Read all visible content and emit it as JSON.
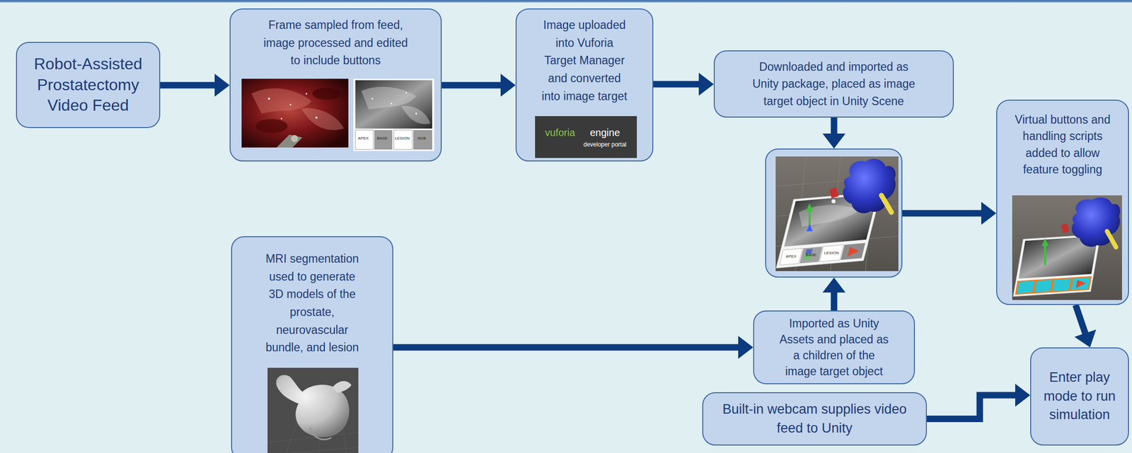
{
  "diagram": {
    "nodes": [
      {
        "text": [
          "Robot-Assisted Prostatectomy Video Feed"
        ]
      },
      {
        "text": [
          "Frame sampled from feed, image processed and edited to include buttons"
        ]
      },
      {
        "text": [
          "Image uploaded into Vuforia Target Manager and converted into image target"
        ]
      },
      {
        "text": [
          "Downloaded and imported as Unity package, placed as image target object in Unity Scene"
        ]
      },
      {
        "text": [
          "APEX",
          "BASE",
          "LESION"
        ]
      },
      {
        "text": [
          "Virtual buttons and handling scripts added to allow feature toggling"
        ]
      },
      {
        "text": [
          "MRI segmentation used to generate 3D models of the prostate, neurovascular bundle, and lesion"
        ]
      },
      {
        "text": [
          "Imported as Unity Assets and placed as a children of the image target object"
        ]
      },
      {
        "text": [
          "Built-in webcam supplies video feed to Unity"
        ]
      },
      {
        "text": [
          "Enter play mode to run simulation"
        ]
      }
    ],
    "edges": [
      {
        "from": 0,
        "to": 1,
        "arrow": "to"
      },
      {
        "from": 1,
        "to": 2,
        "arrow": "to"
      },
      {
        "from": 2,
        "to": 3,
        "arrow": "to"
      },
      {
        "from": 3,
        "to": 4,
        "arrow": "to"
      },
      {
        "from": 7,
        "to": 4,
        "arrow": "to"
      },
      {
        "from": 6,
        "to": 7,
        "arrow": "to"
      },
      {
        "from": 4,
        "to": 5,
        "arrow": "to"
      },
      {
        "from": 5,
        "to": 9,
        "arrow": "to"
      },
      {
        "from": 8,
        "to": 9,
        "arrow": "to"
      }
    ],
    "labels": [
      "APEX",
      "BASE",
      "LESION",
      "NVB",
      "vuforia",
      "engine",
      "developer portal"
    ]
  }
}
